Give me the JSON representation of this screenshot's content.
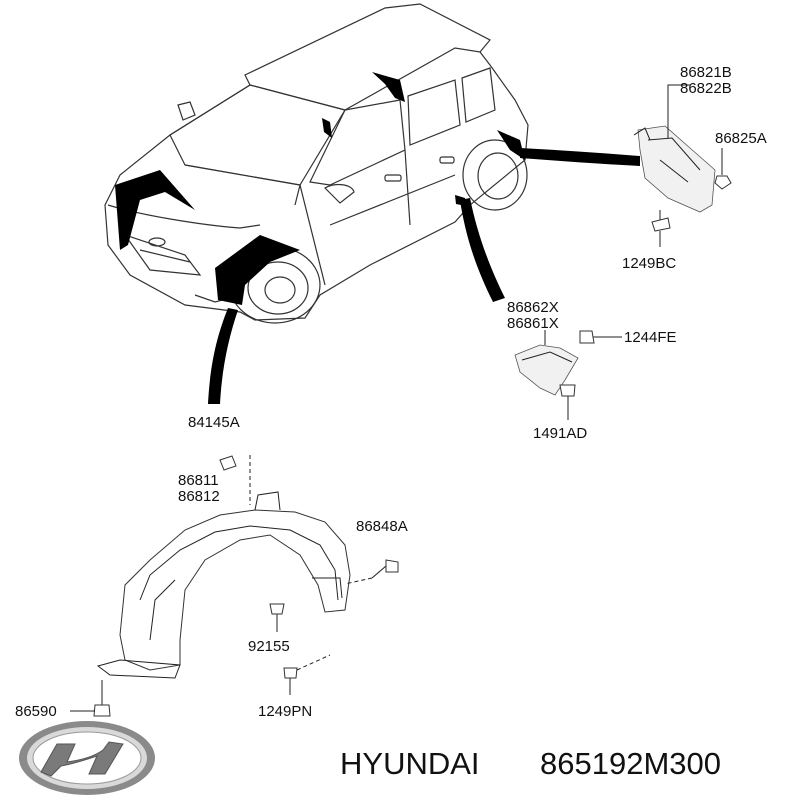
{
  "labels": {
    "p86821B": "86821B",
    "p86822B": "86822B",
    "p86825A": "86825A",
    "p1249BC": "1249BC",
    "p86862X": "86862X",
    "p86861X": "86861X",
    "p1244FE": "1244FE",
    "p1491AD": "1491AD",
    "p84145A": "84145A",
    "p86811": "86811",
    "p86812": "86812",
    "p86848A": "86848A",
    "p92155": "92155",
    "p1249PN": "1249PN",
    "p86590": "86590"
  },
  "caption": {
    "brand": "HYUNDAI",
    "part_number": "865192M300"
  },
  "icons": {
    "logo": "hyundai-logo-icon"
  },
  "colors": {
    "ink": "#111111",
    "pointer": "#000000",
    "background": "#ffffff"
  }
}
